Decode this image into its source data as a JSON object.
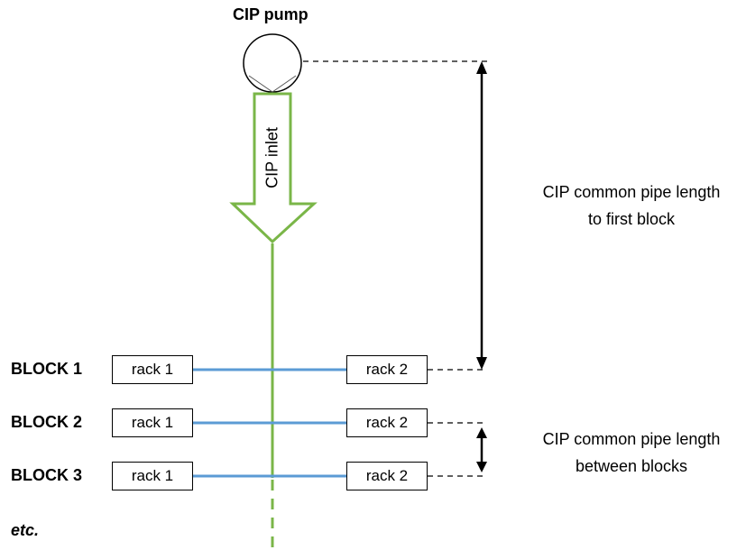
{
  "pump": {
    "label": "CIP pump"
  },
  "inlet": {
    "label": "CIP inlet"
  },
  "blocks": [
    {
      "label": "BLOCK 1",
      "rack_left": "rack 1",
      "rack_right": "rack 2"
    },
    {
      "label": "BLOCK 2",
      "rack_left": "rack 1",
      "rack_right": "rack 2"
    },
    {
      "label": "BLOCK 3",
      "rack_left": "rack 1",
      "rack_right": "rack 2"
    }
  ],
  "etc_label": "etc.",
  "annotations": {
    "first_block": {
      "line1": "CIP common pipe length",
      "line2": "to first block"
    },
    "between_blocks": {
      "line1": "CIP common pipe length",
      "line2": "between blocks"
    }
  },
  "colors": {
    "inlet_green": "#7ab648",
    "rack_pipe_blue": "#5b9bd5",
    "outline": "#000000"
  }
}
